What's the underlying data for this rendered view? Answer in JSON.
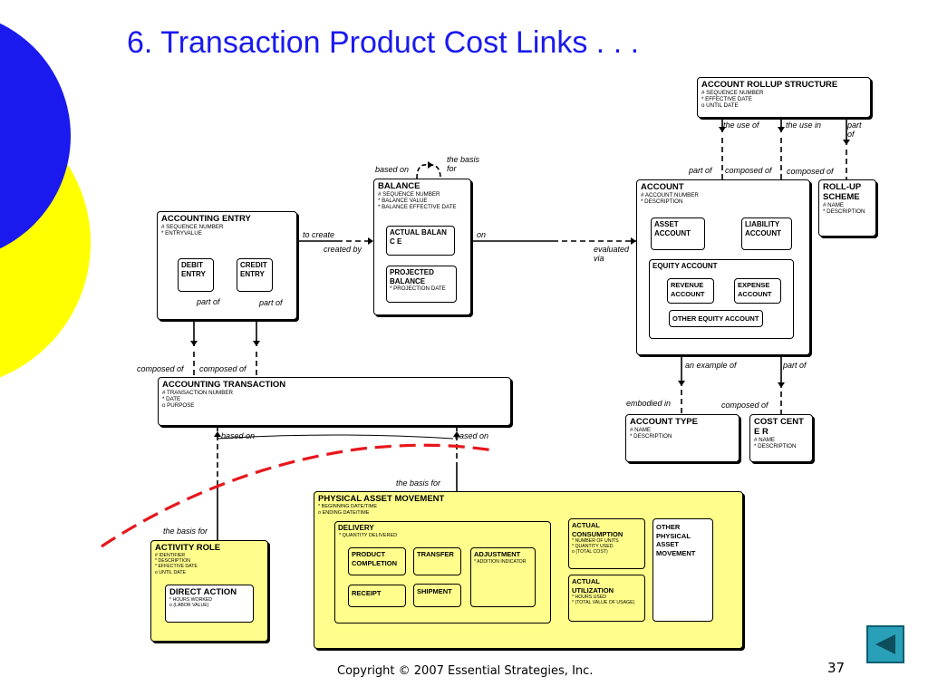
{
  "slide": {
    "title": "6.  Transaction Product Cost Links . . .",
    "footer": "Copyright © 2007 Essential Strategies, Inc.",
    "page_number": "37"
  },
  "entities": {
    "account_rollup": {
      "name": "ACCOUNT ROLLUP STRUCTURE",
      "attrs": [
        "#  SEQUENCE NUMBER",
        "*  EFFECTIVE DATE",
        "o  UNTIL DATE"
      ]
    },
    "balance": {
      "name": "BALANCE",
      "attrs": [
        "#  SEQUENCE NUMBER",
        "*  BALANCE VALUE",
        "*  BALANCE EFFECTIVE DATE"
      ]
    },
    "actual_balance": {
      "name": "ACTUAL BALANC E"
    },
    "projected_balance": {
      "name": "PROJECTED BALANCE",
      "attrs": [
        "*  PROJECTION DATE"
      ]
    },
    "account": {
      "name": "ACCOUNT",
      "attrs": [
        "#  ACCOUNT NUMBER",
        "*  DESCRIPTION"
      ]
    },
    "asset_account": {
      "name": "ASSET ACCOUNT"
    },
    "liability_account": {
      "name": "LIABILITY ACCOUNT"
    },
    "equity_account": {
      "name": "EQUITY ACCOUNT"
    },
    "revenue_account": {
      "name": "REVENUE ACCOUNT"
    },
    "expense_account": {
      "name": "EXPENSE ACCOUNT"
    },
    "other_equity_account": {
      "name": "OTHER EQUITY ACCOUNT"
    },
    "rollup_scheme": {
      "name": "ROLL-UP SCHEME",
      "attrs": [
        "#  NAME",
        "*  DESCRIPTION"
      ]
    },
    "accounting_entry": {
      "name": "ACCOUNTING ENTRY",
      "attrs": [
        "#  SEQUENCE NUMBER",
        "*  ENTRYVALUE"
      ]
    },
    "debit_entry": {
      "name": "DEBIT ENTRY"
    },
    "credit_entry": {
      "name": "CREDIT ENTRY"
    },
    "accounting_transaction": {
      "name": "ACCOUNTING TRANSACTION",
      "attrs": [
        "#  TRANSACTION NUMBER",
        "*  DATE",
        "o  PURPOSE"
      ]
    },
    "account_type": {
      "name": "ACCOUNT TYPE",
      "attrs": [
        "#  NAME",
        "*  DESCRIPTION"
      ]
    },
    "cost_center": {
      "name": "COST CENTE R",
      "attrs": [
        "#  NAME",
        "*  DESCRIPTION"
      ]
    },
    "physical_asset_movement": {
      "name": "PHYSICAL ASSET MOVEMENT",
      "attrs": [
        "*  BEGINNING DATE/TIME",
        "o  ENDING DATE/TIME"
      ]
    },
    "delivery": {
      "name": "DELIVERY",
      "attrs": [
        "*  QUANTITY DELIVERED"
      ]
    },
    "product_completion": {
      "name": "PRODUCT COMPLETION"
    },
    "transfer": {
      "name": "TRANSFER"
    },
    "adjustment": {
      "name": "ADJUSTMENT",
      "attrs": [
        "*  ADDITION INDICATOR"
      ]
    },
    "receipt": {
      "name": "RECEIPT"
    },
    "shipment": {
      "name": "SHIPMENT"
    },
    "actual_consumption": {
      "name": "ACTUAL CONSUMPTION",
      "attrs": [
        "*  NUMBER OF UNITS",
        "*  QUANTITY USED",
        "o  (TOTAL COST)"
      ]
    },
    "actual_utilization": {
      "name": "ACTUAL UTILIZATION",
      "attrs": [
        "*  HOURS USED",
        "*  (TOTAL VALUE OF USAGE)"
      ]
    },
    "other_pam": {
      "name": "OTHER PHYSICAL ASSET MOVEMENT"
    },
    "activity_role": {
      "name": "ACTIVITY ROLE",
      "attrs": [
        "#  IDENTIFIER",
        "*  DESCRIPTION",
        "*  EFFECTIVE DATE",
        "o  UNTIL DATE"
      ]
    },
    "direct_action": {
      "name": "DIRECT ACTION",
      "attrs": [
        "*  HOURS WORKED",
        "o  (LABOR VALUE)"
      ]
    }
  },
  "labels": {
    "the_use_of": "the use of",
    "the_use_in": "the use in",
    "part_of_rollup": "part of",
    "part_of_account": "part of",
    "composed_of_account": "composed of",
    "composed_of_scheme": "composed of",
    "the_basis_for_balance": "the basis for",
    "based_on_balance": "based on",
    "to_create": "to create",
    "created_by": "created by",
    "on": "on",
    "evaluated_via": "evaluated via",
    "part_of_debit": "part of",
    "part_of_credit": "part of",
    "composed_of_left1": "composed of",
    "composed_of_left2": "composed of",
    "an_example_of": "an example of",
    "part_of_cost": "part of",
    "embodied_in": "embodied in",
    "composed_of_cost": "composed of",
    "based_on_left": "based on",
    "based_on_right": "based on",
    "the_basis_for_pam": "the basis for",
    "the_basis_for_activity": "the basis for"
  },
  "colors": {
    "title": "#1a1aee",
    "accent_blue": "#1a1aee",
    "accent_yellow": "#ffff00",
    "highlight_box": "#fffe8c",
    "curve_red": "#e8161c",
    "nav_button": "#2a9fb8"
  },
  "icons": {
    "nav": "triangle-left-icon"
  }
}
